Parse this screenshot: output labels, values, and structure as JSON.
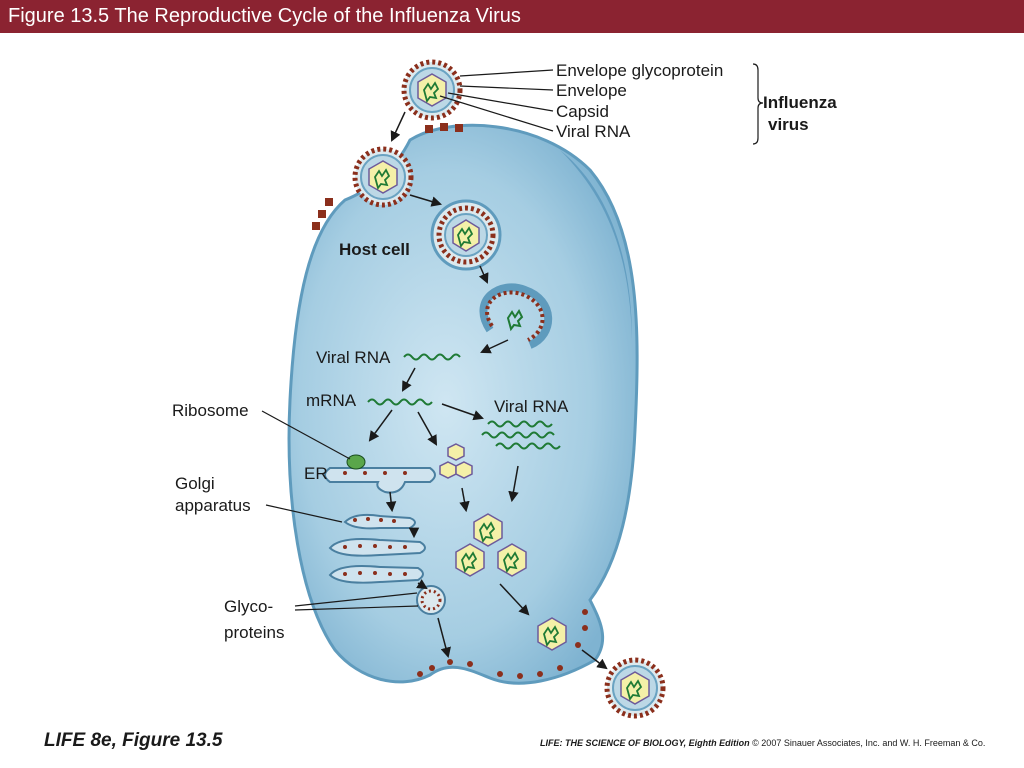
{
  "title": "Figure 13.5 The Reproductive Cycle of the Influenza Virus",
  "labels": {
    "envelope_glycoprotein": "Envelope glycoprotein",
    "envelope": "Envelope",
    "capsid": "Capsid",
    "viral_rna_top": "Viral RNA",
    "influenza": "Influenza",
    "virus": "virus",
    "host_cell": "Host cell",
    "viral_rna_mid": "Viral RNA",
    "mrna": "mRNA",
    "viral_rna_right": "Viral RNA",
    "ribosome": "Ribosome",
    "er": "ER",
    "golgi": "Golgi",
    "apparatus": "apparatus",
    "glyco": "Glyco-",
    "proteins": "proteins"
  },
  "footer": {
    "left_italic": "LIFE 8e",
    "left_rest": ", Figure 13.5",
    "right_book": "LIFE: THE SCIENCE OF BIOLOGY, Eighth Edition",
    "right_copy": " © 2007 Sinauer Associates, Inc. and W. H. Freeman & Co."
  },
  "colors": {
    "title_bar": "#8b2331",
    "cell_fill": "#9ec8df",
    "cell_edge": "#5f9bbd",
    "glycoprotein": "#8b2f1c",
    "capsid": "#f4f0a8",
    "rna": "#1f7a35"
  }
}
